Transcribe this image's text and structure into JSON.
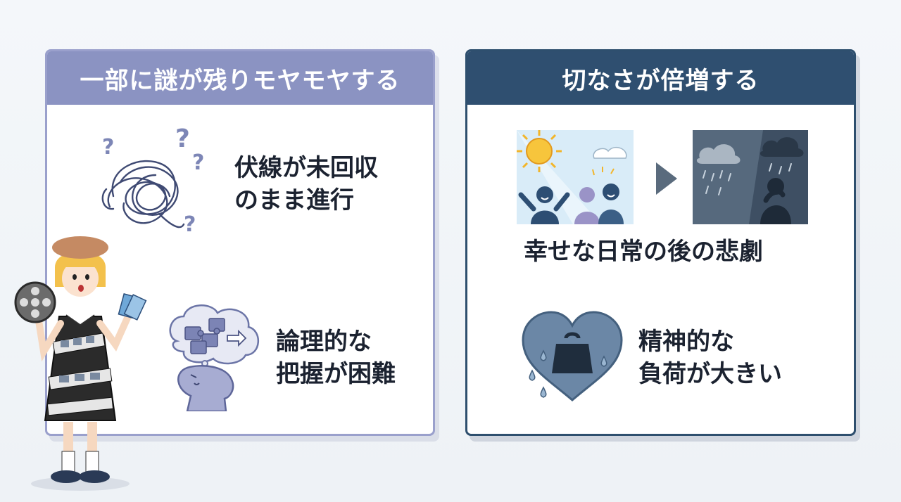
{
  "left_panel": {
    "title": "一部に謎が残りモヤモヤする",
    "items": [
      {
        "line1": "伏線が未回収",
        "line2": "のまま進行",
        "icon": "tangled-thread-question-icon"
      },
      {
        "line1": "論理的な",
        "line2": "把握が困難",
        "icon": "puzzle-brain-icon"
      }
    ]
  },
  "right_panel": {
    "title": "切なさが倍増する",
    "items": [
      {
        "line1": "幸せな日常の後の悲劇",
        "icon": "sunny-to-rainy-scene-icon"
      },
      {
        "line1": "精神的な",
        "line2": "負荷が大きい",
        "icon": "heavy-heart-icon"
      }
    ]
  },
  "colors": {
    "left_accent": "#8b93c2",
    "right_accent": "#2f4f70",
    "text": "#1b2230"
  },
  "character": {
    "icon": "film-girl-mascot"
  }
}
